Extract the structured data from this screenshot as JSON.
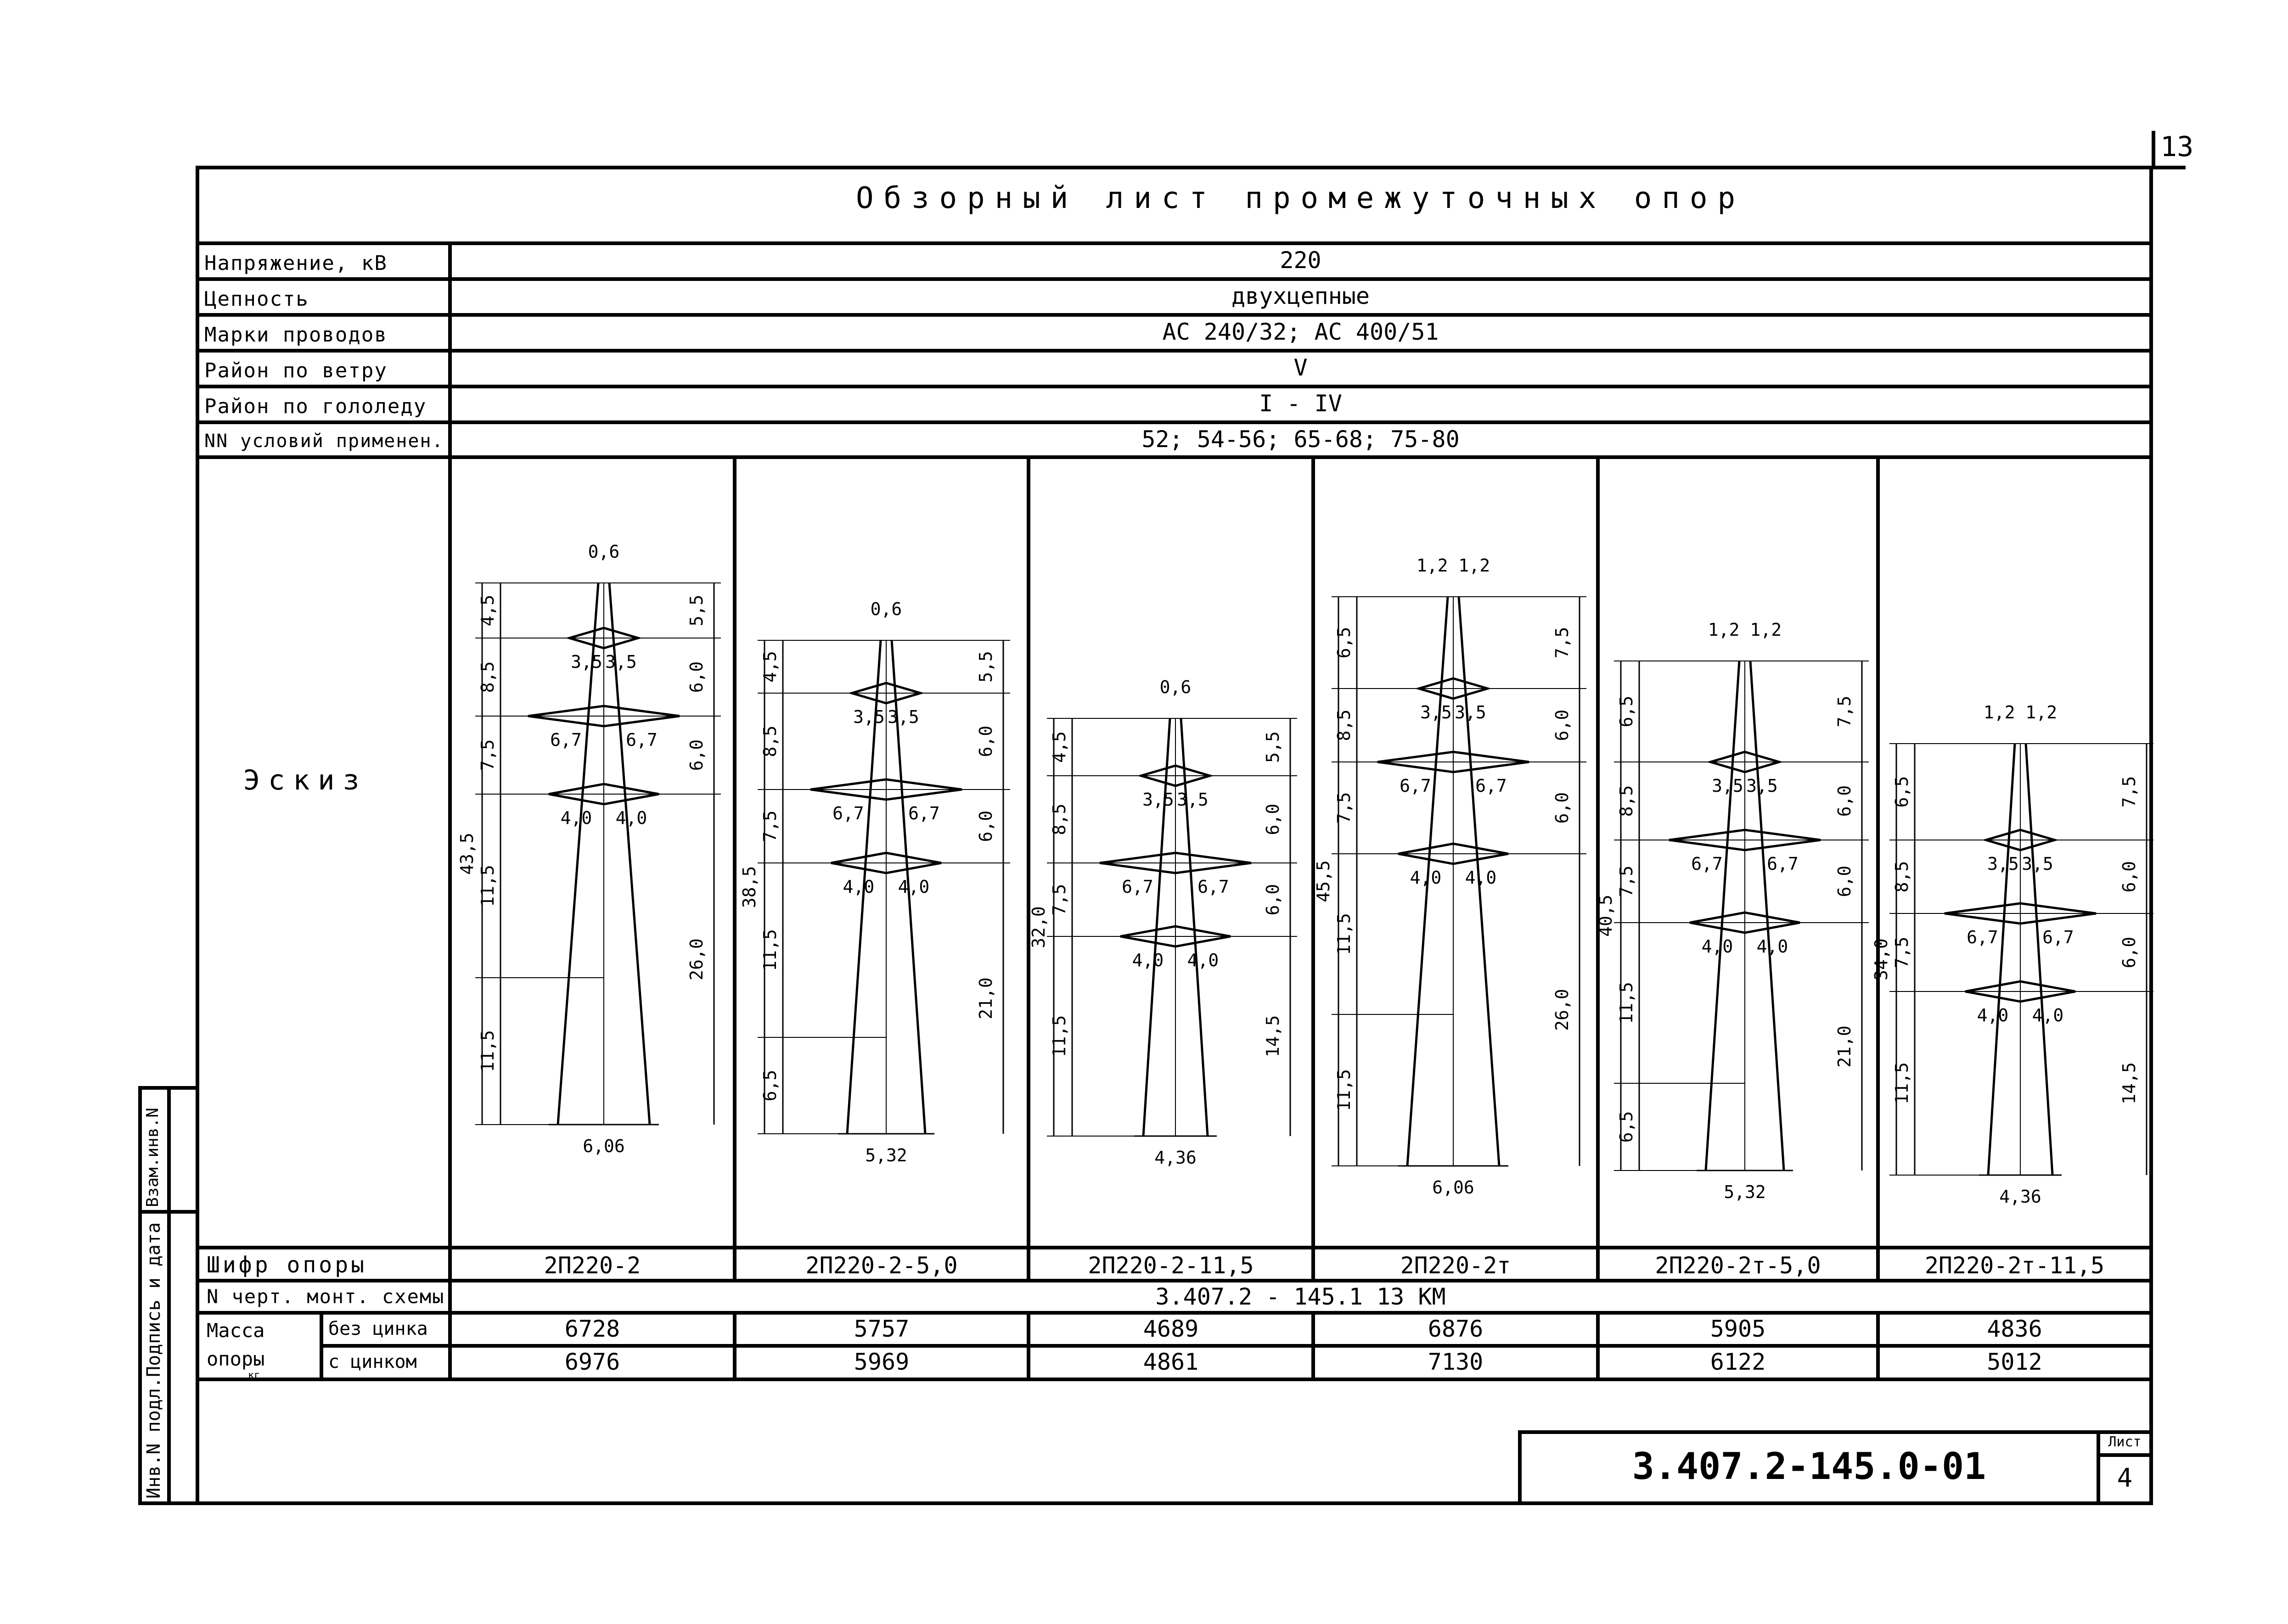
{
  "page_number": "13",
  "title": "Обзорный лист промежуточных опор",
  "params": [
    {
      "label": "Напряжение, кВ",
      "value": "220"
    },
    {
      "label": "Цепность",
      "value": "двухцепные"
    },
    {
      "label": "Марки проводов",
      "value": "АС 240/32; АС 400/51"
    },
    {
      "label": "Район по ветру",
      "value": "V"
    },
    {
      "label": "Район по гололеду",
      "value": "I - IV"
    },
    {
      "label": "NN условий применен.",
      "value": "52; 54-56; 65-68; 75-80"
    }
  ],
  "sketch_label": "Эскиз",
  "towers": [
    {
      "code": "2П220-2",
      "mass_no_zinc": "6728",
      "mass_zinc": "6976",
      "top_dim": "0,6",
      "overall_height": "43,5",
      "base_width": "6,06",
      "left_dims": [
        "4,5",
        "8,5",
        "7,5",
        "11,5",
        "11,5"
      ],
      "right_dims": [
        "5,5",
        "6,0",
        "6,0",
        "26,0"
      ],
      "arm_dims": [
        "3,5",
        "3,5",
        "6,7",
        "6,7",
        "4,0",
        "4,0"
      ]
    },
    {
      "code": "2П220-2-5,0",
      "mass_no_zinc": "5757",
      "mass_zinc": "5969",
      "top_dim": "0,6",
      "overall_height": "38,5",
      "base_width": "5,32",
      "left_dims": [
        "4,5",
        "8,5",
        "7,5",
        "11,5",
        "6,5"
      ],
      "right_dims": [
        "5,5",
        "6,0",
        "6,0",
        "21,0"
      ],
      "arm_dims": [
        "3,5",
        "3,5",
        "6,7",
        "6,7",
        "4,0",
        "4,0"
      ]
    },
    {
      "code": "2П220-2-11,5",
      "mass_no_zinc": "4689",
      "mass_zinc": "4861",
      "top_dim": "0,6",
      "overall_height": "32,0",
      "base_width": "4,36",
      "left_dims": [
        "4,5",
        "8,5",
        "7,5",
        "11,5"
      ],
      "right_dims": [
        "5,5",
        "6,0",
        "6,0",
        "14,5"
      ],
      "arm_dims": [
        "3,5",
        "3,5",
        "6,7",
        "6,7",
        "4,0",
        "4,0"
      ]
    },
    {
      "code": "2П220-2т",
      "mass_no_zinc": "6876",
      "mass_zinc": "7130",
      "top_dim": "1,2 1,2",
      "overall_height": "45,5",
      "base_width": "6,06",
      "left_dims": [
        "6,5",
        "8,5",
        "7,5",
        "11,5",
        "11,5"
      ],
      "right_dims": [
        "7,5",
        "6,0",
        "6,0",
        "26,0"
      ],
      "arm_dims": [
        "3,5",
        "3,5",
        "6,7",
        "6,7",
        "4,0",
        "4,0"
      ]
    },
    {
      "code": "2П220-2т-5,0",
      "mass_no_zinc": "5905",
      "mass_zinc": "6122",
      "top_dim": "1,2 1,2",
      "overall_height": "40,5",
      "base_width": "5,32",
      "left_dims": [
        "6,5",
        "8,5",
        "7,5",
        "11,5",
        "6,5"
      ],
      "right_dims": [
        "7,5",
        "6,0",
        "6,0",
        "21,0"
      ],
      "arm_dims": [
        "3,5",
        "3,5",
        "6,7",
        "6,7",
        "4,0",
        "4,0"
      ]
    },
    {
      "code": "2П220-2т-11,5",
      "mass_no_zinc": "4836",
      "mass_zinc": "5012",
      "top_dim": "1,2 1,2",
      "overall_height": "34,0",
      "base_width": "4,36",
      "left_dims": [
        "6,5",
        "8,5",
        "7,5",
        "11,5"
      ],
      "right_dims": [
        "7,5",
        "6,0",
        "6,0",
        "14,5"
      ],
      "arm_dims": [
        "3,5",
        "3,5",
        "6,7",
        "6,7",
        "4,0",
        "4,0"
      ]
    }
  ],
  "rows": {
    "code_label": "Шифр опоры",
    "drawing_label": "N черт. монт. схемы",
    "drawing_value": "3.407.2 - 145.1   13 КМ",
    "mass_label": "Масса опоры",
    "mass_unit": "кг",
    "no_zinc_label": "без цинка",
    "zinc_label": "с цинком"
  },
  "side_stamp": {
    "inv_orig": "Инв.N подл.",
    "sign_date": "Подпись и дата",
    "replace_inv": "Взам.инв.N"
  },
  "doc_code": "3.407.2-145.0-01",
  "sheet_label": "Лист",
  "sheet_number": "4"
}
